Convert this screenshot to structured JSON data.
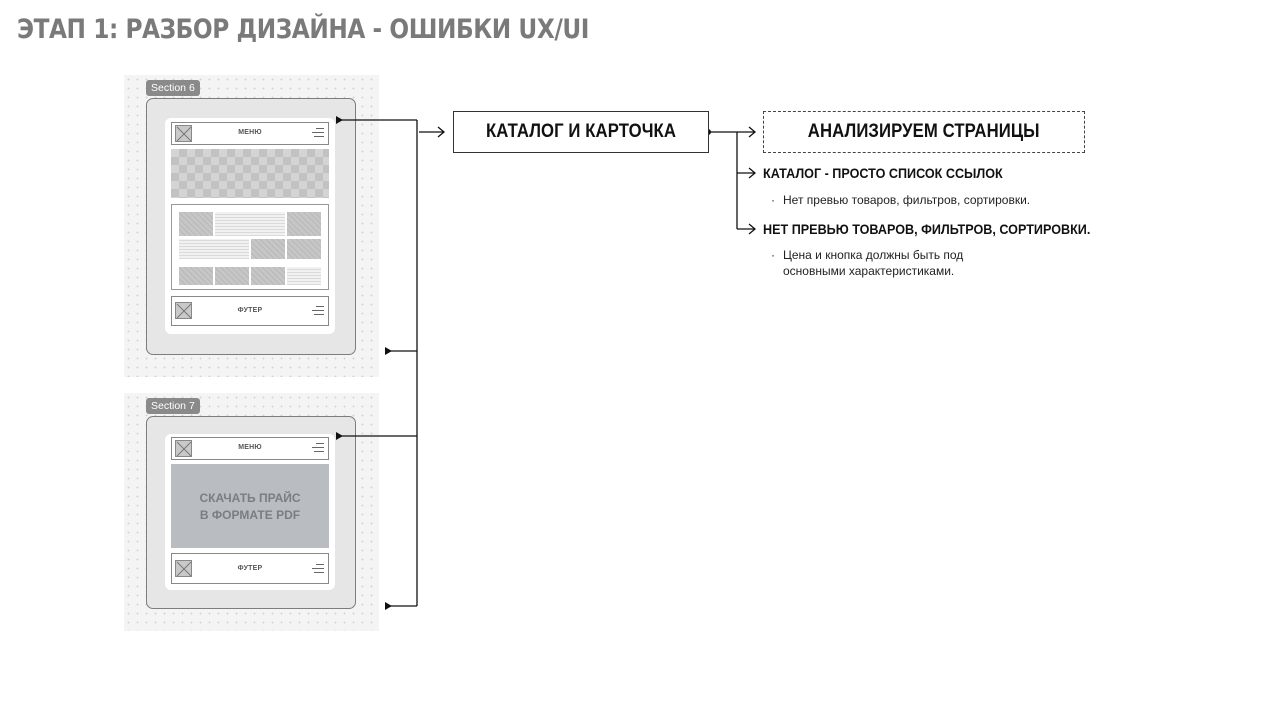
{
  "title": "ЭТАП 1: РАЗБОР ДИЗАЙНА - ОШИБКИ UX/UI",
  "sections": [
    {
      "label": "Section 6",
      "header_text": "МЕНЮ",
      "footer_text": "ФУТЕР"
    },
    {
      "label": "Section 7",
      "header_text": "МЕНЮ",
      "cta_line1": "СКАЧАТЬ ПРАЙС",
      "cta_line2": "В ФОРМАТЕ PDF",
      "footer_text": "ФУТЕР"
    }
  ],
  "flow": {
    "main_box": "КАТАЛОГ И КАРТОЧКА",
    "result_box": "АНАЛИЗИРУЕМ СТРАНИЦЫ",
    "items": [
      {
        "heading": "КАТАЛОГ - ПРОСТО СПИСОК ССЫЛОК",
        "bullets": [
          "Нет превью товаров, фильтров, сортировки."
        ]
      },
      {
        "heading": "НЕТ ПРЕВЬЮ ТОВАРОВ, ФИЛЬТРОВ, СОРТИРОВКИ.",
        "bullets": [
          "Цена и кнопка должны быть под",
          "основными характеристиками."
        ]
      }
    ]
  },
  "colors": {
    "title_gray": "#7a7a7a",
    "section_bg": "#f4f4f4",
    "tag_bg": "#8a8a8a",
    "pdf_block": "#b9bcc0"
  }
}
